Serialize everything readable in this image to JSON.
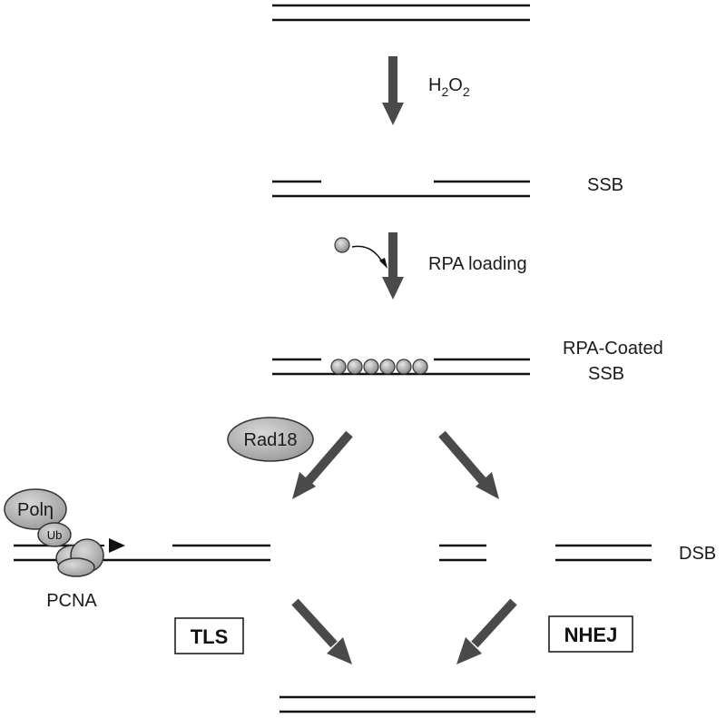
{
  "steps": {
    "oxidant": {
      "main": "H",
      "sub1": "2",
      "mid": "O",
      "sub2": "2"
    },
    "ssb_label": "SSB",
    "rpa_loading_label": "RPA loading",
    "rpa_coated_label_line1": "RPA-Coated",
    "rpa_coated_label_line2": "SSB",
    "rad18_label": "Rad18",
    "poleta_label": "Polη",
    "ub_label": "Ub",
    "pcna_label": "PCNA",
    "dsb_label": "DSB",
    "tls_label": "TLS",
    "nhej_label": "NHEJ"
  },
  "colors": {
    "line": "#111111",
    "arrow": "#4a4a4a",
    "protein_fill": "#b8b8b8",
    "protein_stroke": "#333333"
  }
}
